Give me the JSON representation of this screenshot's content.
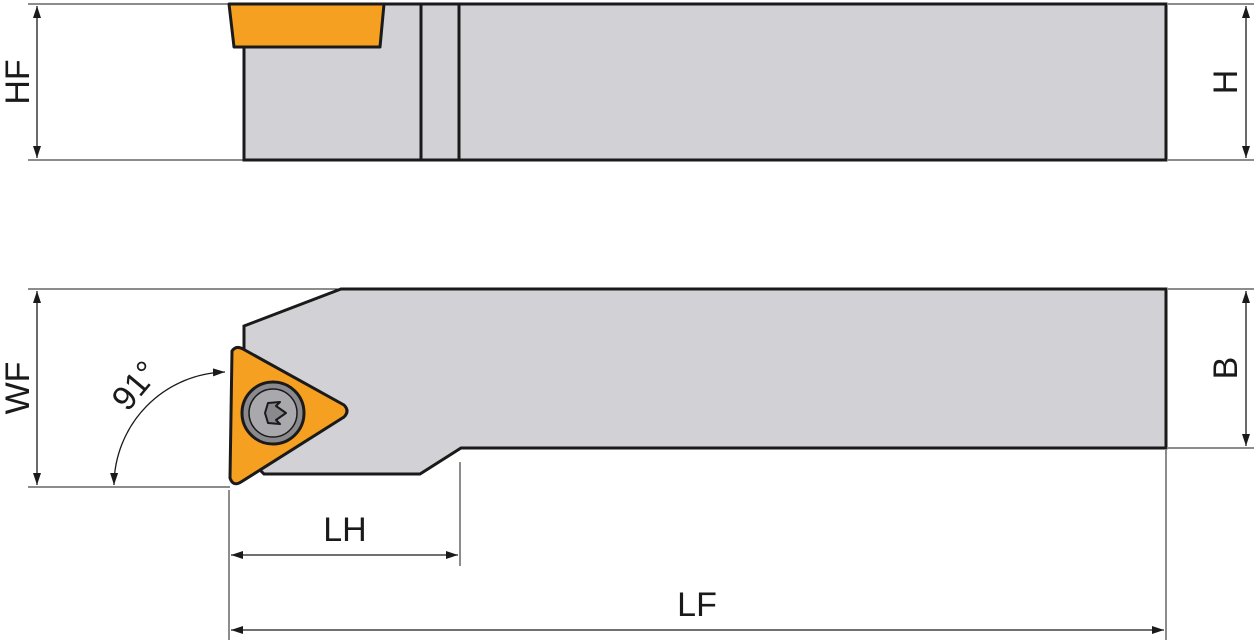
{
  "colors": {
    "holder_body": "#d2d2d6",
    "insert": "#f5a020",
    "outline": "#1a1a1a",
    "screw_seat": "#8a8a8e",
    "screw_head": "#a9a9ad"
  },
  "dimensions": {
    "hf": "HF",
    "h": "H",
    "wf": "WF",
    "b": "B",
    "lh": "LH",
    "lf": "LF",
    "angle": "91°"
  }
}
